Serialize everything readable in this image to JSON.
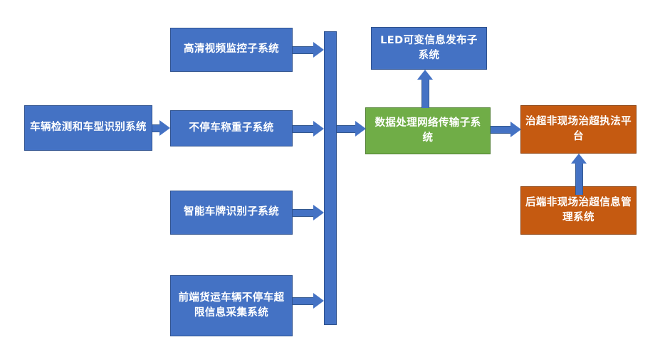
{
  "diagram": {
    "type": "flow-diagram",
    "background": "#ffffff",
    "colors": {
      "blue": "#4472C4",
      "green": "#70AD47",
      "orange": "#C55A11",
      "connector": "#4472C4",
      "text": "#FFFFFF"
    },
    "nodes": {
      "vehicle_detection": "车辆检测和车型识别系统",
      "hd_video": "高清视频监控子系统",
      "weigh_in_motion": "不停车称重子系统",
      "plate_recognition": "智能车牌识别子系统",
      "front_overload_collect": "前端货运车辆不停车超限信息采集系统",
      "led_publish": "LED可变信息发布子系统",
      "data_processing": "数据处理网络传输子系统",
      "enforcement_platform": "治超非现场治超执法平台",
      "backend_management": "后端非现场治超信息管理系统"
    },
    "connectors": {
      "bus_label": "vertical-aggregation-bus",
      "arrow_vehicle_to_weigh": "arrow-right",
      "arrow_video_to_bus": "arrow-right",
      "arrow_weigh_to_bus": "arrow-right",
      "arrow_plate_to_bus": "arrow-right",
      "arrow_front_to_bus": "arrow-right",
      "arrow_bus_to_data": "arrow-right",
      "arrow_data_to_platform": "arrow-right",
      "arrow_data_to_led": "arrow-up",
      "arrow_backend_to_platform": "arrow-up"
    }
  }
}
